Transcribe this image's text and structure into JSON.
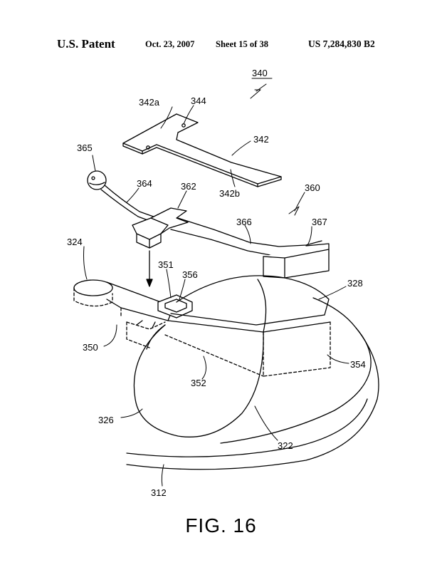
{
  "header": {
    "left": "U.S. Patent",
    "date": "Oct. 23, 2007",
    "sheet": "Sheet 15 of 38",
    "patent_number": "US 7,284,830 B2"
  },
  "labels": {
    "l340": "340",
    "l342a": "342a",
    "l344": "344",
    "l342": "342",
    "l342b": "342b",
    "l365": "365",
    "l364": "364",
    "l362": "362",
    "l360": "360",
    "l366": "366",
    "l367": "367",
    "l324": "324",
    "l351": "351",
    "l356": "356",
    "l328": "328",
    "l350": "350",
    "l354": "354",
    "l352": "352",
    "l326": "326",
    "l322": "322",
    "l312": "312"
  },
  "caption": "FIG.  16"
}
